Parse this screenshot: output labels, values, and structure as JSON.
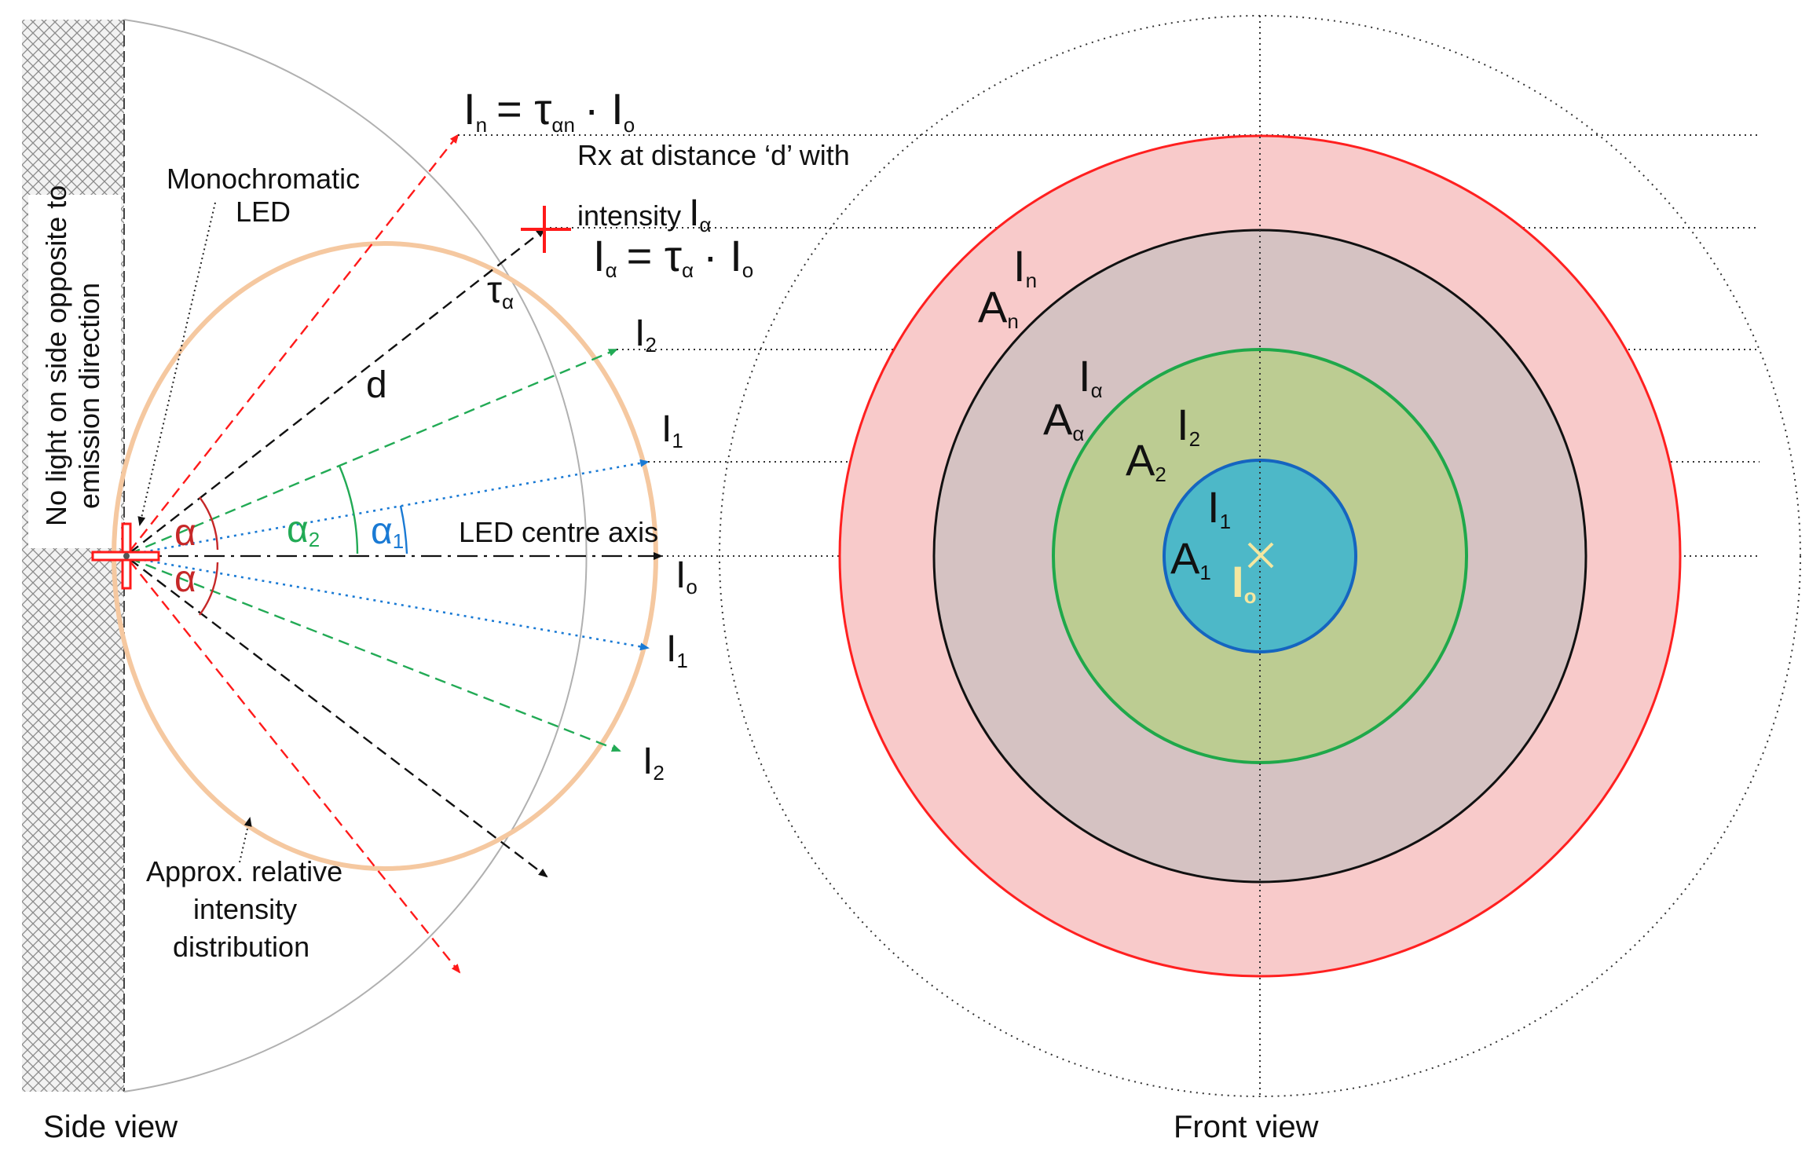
{
  "side_view": {
    "caption": "Side view",
    "wall_label": [
      "No light on side opposite to",
      "emission direction"
    ],
    "led_label": [
      "Monochromatic",
      "LED"
    ],
    "distribution_label": [
      "Approx. relative",
      "intensity",
      "distribution"
    ],
    "rx_label": [
      "Rx at distance ‘d’ with",
      "intensity"
    ],
    "rx_label_sub": "α",
    "eq_n": {
      "main": "I",
      "sub": "n",
      "eq": "= τ",
      "tau_sub": "αn",
      "dot": "· I",
      "o_sub": "o"
    },
    "eq_alpha": {
      "main": "I",
      "sub": "α",
      "eq": "= τ",
      "tau_sub": "α",
      "dot": "· I",
      "o_sub": "o"
    },
    "tau_label": {
      "main": "τ",
      "sub": "α"
    },
    "d_label": "d",
    "axis_label": "LED centre axis",
    "alpha_label": "α",
    "alpha2": {
      "main": "α",
      "sub": "2"
    },
    "alpha1": {
      "main": "α",
      "sub": "1"
    },
    "intensity_labels": [
      {
        "main": "I",
        "sub": "2"
      },
      {
        "main": "I",
        "sub": "1"
      },
      {
        "main": "I",
        "sub": "o"
      },
      {
        "main": "I",
        "sub": "1"
      },
      {
        "main": "I",
        "sub": "2"
      }
    ]
  },
  "front_view": {
    "caption": "Front view",
    "rings": [
      {
        "area": "A",
        "area_sub": "n",
        "intensity": "I",
        "intensity_sub": "n",
        "fill": "#f8caca",
        "stroke": "#ff2020"
      },
      {
        "area": "A",
        "area_sub": "α",
        "intensity": "I",
        "intensity_sub": "α",
        "fill": "#d5c2c2",
        "stroke": "#111111"
      },
      {
        "area": "A",
        "area_sub": "2",
        "intensity": "I",
        "intensity_sub": "2",
        "fill": "#bccc92",
        "stroke": "#1fa84a"
      },
      {
        "area": "A",
        "area_sub": "1",
        "intensity": "I",
        "intensity_sub": "1",
        "fill": "#4db8c8",
        "stroke": "#1565c0"
      }
    ],
    "centre": {
      "main": "I",
      "sub": "o",
      "color": "#f5e7a0"
    }
  },
  "colors": {
    "red": "#ff1a1a",
    "green": "#22aa55",
    "blue": "#1a7ad4",
    "black": "#111111",
    "orange": "#f5c8a0",
    "alpha_red": "#c62828"
  }
}
